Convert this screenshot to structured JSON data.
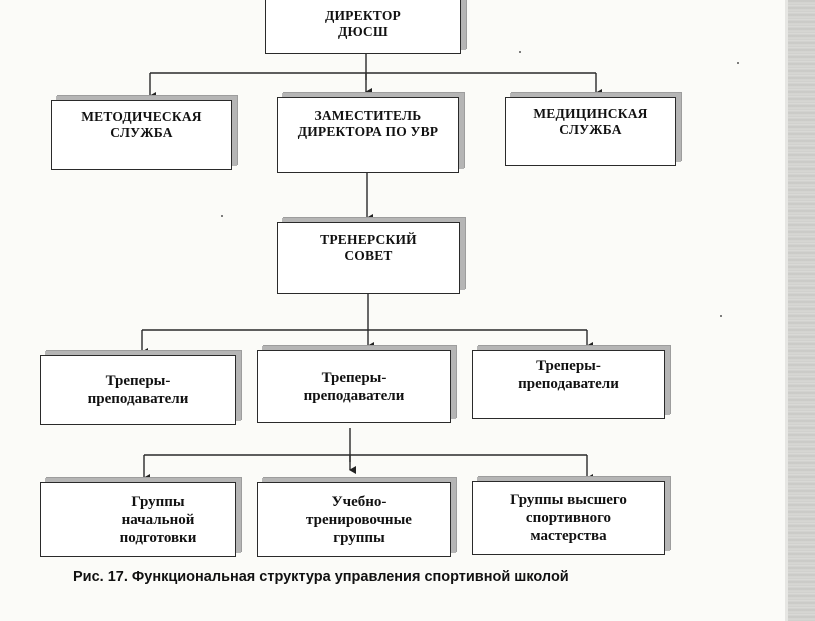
{
  "diagram": {
    "nodes": {
      "director": "ДИРЕКТОР\nДЮСШ",
      "methodical": "МЕТОДИЧЕСКАЯ\nСЛУЖБА",
      "deputy": "ЗАМЕСТИТЕЛЬ\nДИРЕКТОРА ПО УВР",
      "medical": "МЕДИЦИНСКАЯ\nСЛУЖБА",
      "council": "ТРЕНЕРСКИЙ\nСОВЕТ",
      "coaches_1": "Треперы-\nпреподаватели",
      "coaches_2": "Треперы-\nпреподаватели",
      "coaches_3": "Треперы-\nпреподаватели",
      "groups_initial": "Группы\nначальной\nподготовки",
      "groups_training": "Учебно-\nтренировочные\nгруппы",
      "groups_higher": "Группы высшего\nспортивного\nмастерства"
    },
    "edges": [
      [
        "director",
        "methodical"
      ],
      [
        "director",
        "deputy"
      ],
      [
        "director",
        "medical"
      ],
      [
        "deputy",
        "council"
      ],
      [
        "council",
        "coaches_1"
      ],
      [
        "council",
        "coaches_2"
      ],
      [
        "council",
        "coaches_3"
      ],
      [
        "coaches_2",
        "groups_initial"
      ],
      [
        "coaches_2",
        "groups_training"
      ],
      [
        "coaches_2",
        "groups_higher"
      ]
    ]
  },
  "caption": "Рис. 17. Функциональная структура управления спортивной школой"
}
